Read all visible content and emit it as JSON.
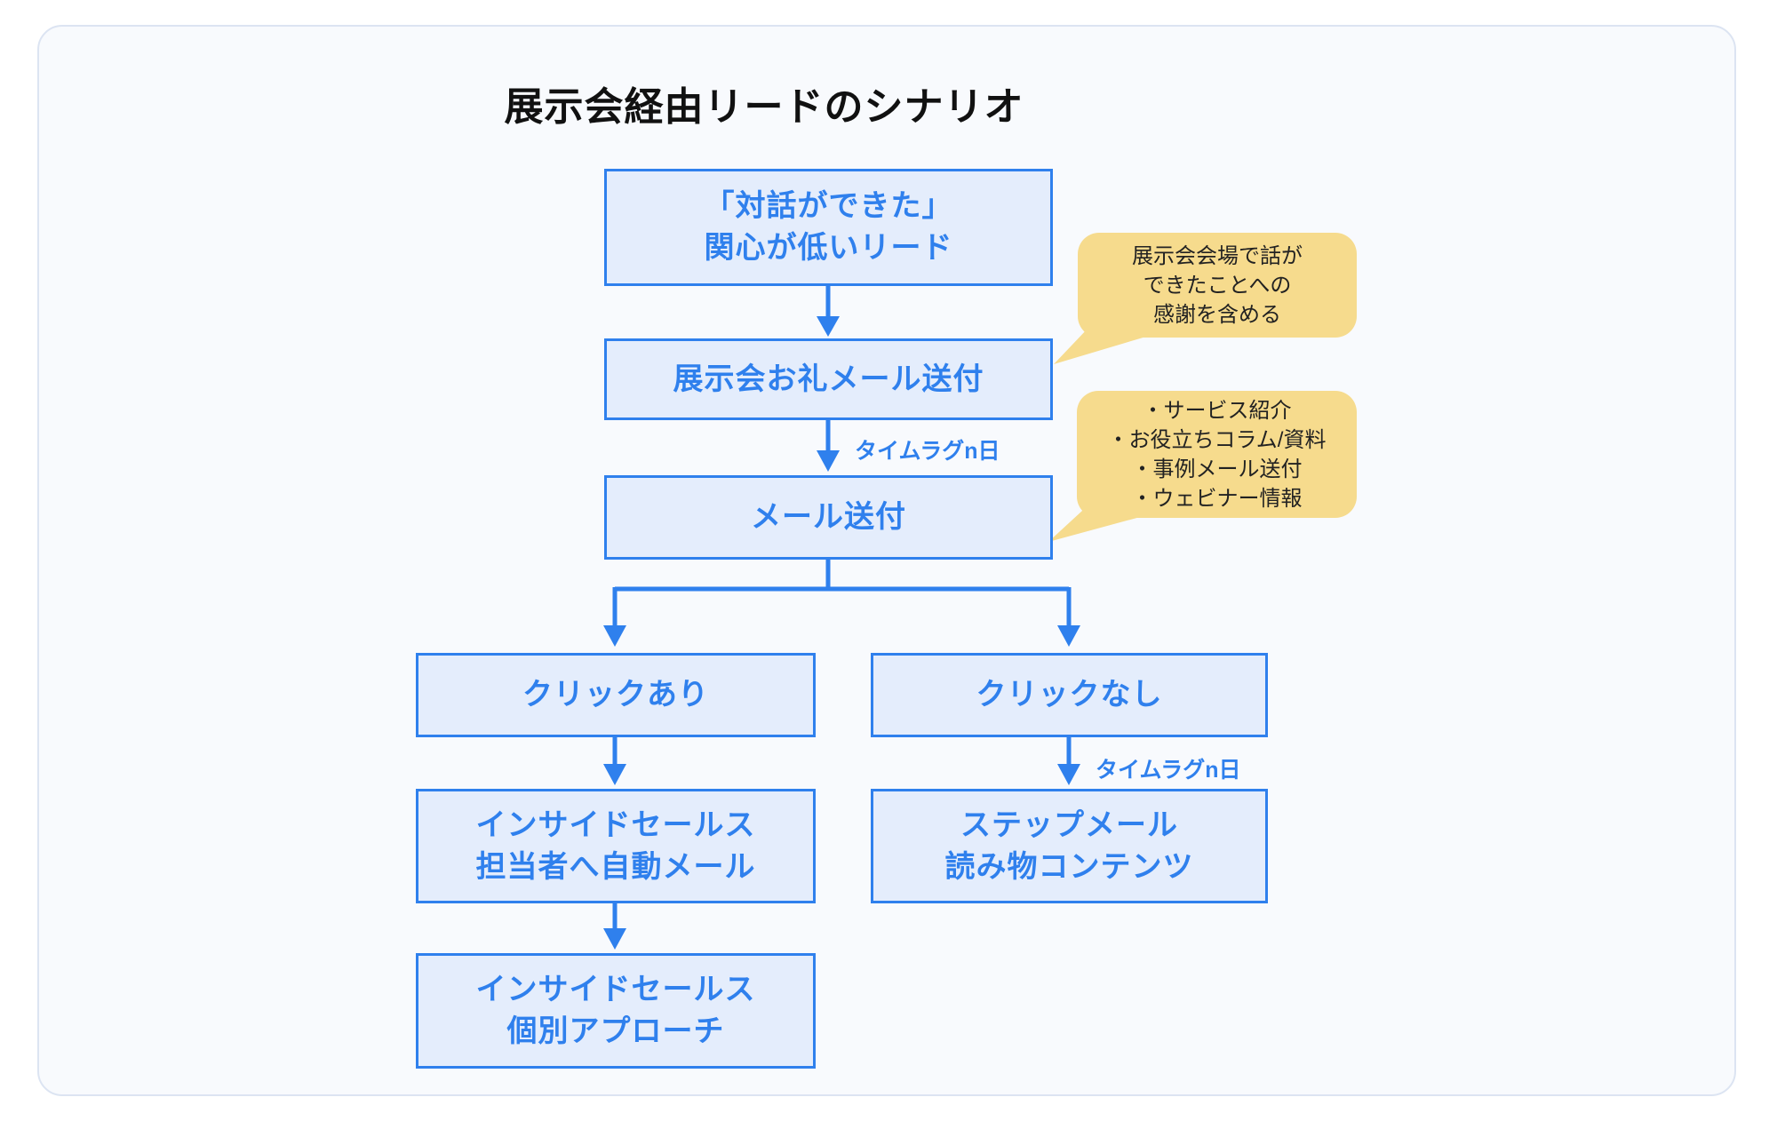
{
  "title": "展示会経由リードのシナリオ",
  "nodes": {
    "lead": {
      "line1": "「対話ができた」",
      "line2": "関心が低いリード"
    },
    "thanks_mail": {
      "label": "展示会お礼メール送付"
    },
    "send_mail": {
      "label": "メール送付"
    },
    "click_yes": {
      "label": "クリックあり"
    },
    "click_no": {
      "label": "クリックなし"
    },
    "inside_sales_auto": {
      "line1": "インサイドセールス",
      "line2": "担当者へ自動メール"
    },
    "inside_sales_approach": {
      "line1": "インサイドセールス",
      "line2": "個別アプローチ"
    },
    "step_mail": {
      "line1": "ステップメール",
      "line2": "読み物コンテンツ"
    }
  },
  "edge_labels": {
    "timelag_mail": "タイムラグn日",
    "timelag_step": "タイムラグn日"
  },
  "callouts": {
    "thanks_note": {
      "line1": "展示会会場で話が",
      "line2": "できたことへの",
      "line3": "感謝を含める"
    },
    "mail_note": {
      "line1": "・サービス紹介",
      "line2": "・お役立ちコラム/資料",
      "line3": "・事例メール送付",
      "line4": "・ウェビナー情報"
    }
  },
  "colors": {
    "accent_blue": "#2f80ed",
    "node_fill": "#e4edfc",
    "callout_fill": "#f6db8d",
    "panel_fill": "#f8fafd",
    "panel_border": "#dce4f2",
    "title_color": "#111111",
    "callout_text": "#222222"
  }
}
